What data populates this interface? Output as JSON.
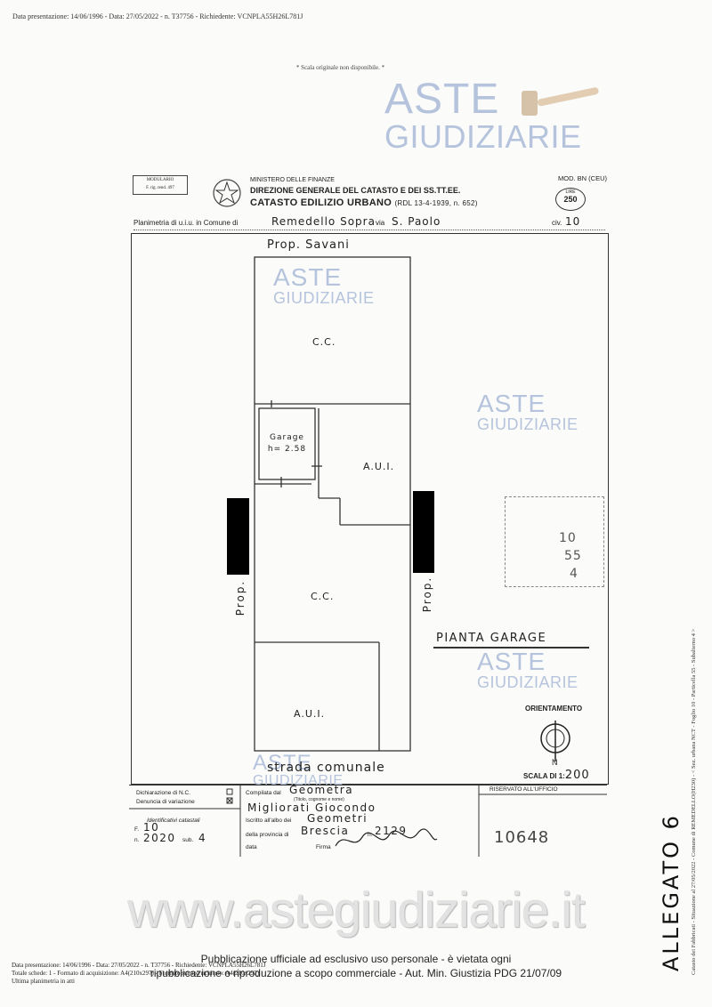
{
  "header": {
    "top_line": "Data presentazione: 14/06/1996 - Data: 27/05/2022 - n. T37756 - Richiedente: VCNPLA55H26L781J",
    "scale_note": "* Scala originale non disponibile. *"
  },
  "watermark": {
    "line1": "ASTE",
    "line2": "GIUDIZIARIE"
  },
  "form": {
    "modulario": [
      "MODULARIO",
      "F. rig. rend. 497"
    ],
    "ministero": "MINISTERO DELLE FINANZE",
    "direzione": "DIREZIONE GENERALE DEL CATASTO E DEI SS.TT.EE.",
    "catasto": "CATASTO EDILIZIO URBANO",
    "rdl": "(RDL 13-4-1939, n. 652)",
    "mod": "MOD. BN (CEU)",
    "lire_label": "LIRE",
    "lire_value": "250",
    "planimetria_label": "Planimetria di u.i.u. in Comune di",
    "comune": "Remedello Sopra",
    "via_label": "via",
    "via": "S. Paolo",
    "civ_label": "civ.",
    "civ": "10"
  },
  "plan": {
    "prop_top": "Prop. Savani",
    "cc_top": "C.C.",
    "garage": "Garage",
    "garage_h": "h= 2.58",
    "aui_mid": "A.U.I.",
    "cc_mid": "C.C.",
    "aui_bottom": "A.U.I.",
    "prop_left": "Prop.",
    "prop_right": "Prop.",
    "strada": "strada comunale",
    "pianta": "PIANTA GARAGE",
    "orientamento": "ORIENTAMENTO",
    "north": "N",
    "scala_label": "SCALA DI 1:",
    "scala_value": "200",
    "stamp_values": [
      "10",
      "55",
      "4"
    ]
  },
  "bottom_form": {
    "dichiarazione": "Dichiarazione di N.C.",
    "denuncia": "Denuncia di variazione",
    "identificativi": "Identificativi catastali",
    "f_label": "F.",
    "f_value": "10",
    "n_label": "n.",
    "n_value": "2020",
    "sub_label": "sub.",
    "sub_value": "4",
    "compilata": "Compilata dal",
    "compilata_value": "Geometra",
    "titolo_note": "(Titolo, cognome e nome)",
    "nome": "Migliorati Giocondo",
    "iscritto": "Iscritto all'albo dei",
    "iscritto_value": "Geometri",
    "provincia": "della provincia di",
    "provincia_value": "Brescia",
    "n2_label": "n.",
    "n2_value": "2129",
    "data_label": "data",
    "firma_label": "Firma",
    "riservato": "RISERVATO ALL'UFFICIO",
    "protocol": "10648"
  },
  "footer": {
    "site": "www.astegiudiziarie.it",
    "pub_line1": "Pubblicazione ufficiale ad esclusivo uso personale - è vietata ogni",
    "pub_line2": "ripubblicazione o riproduzione a scopo commerciale - Aut. Min. Giustizia PDG 21/07/09",
    "foot_line1": "Data presentazione: 14/06/1996 - Data: 27/05/2022 - n. T37756 - Richiedente: VCNPLA55H26L781J",
    "foot_line2": "Totale schede: 1 - Formato di acquisizione: A4(210x297) - Formato stampa richiesto: A4(210x297)",
    "foot_line3": "Ultima planimetria in atti",
    "side_text": "Catasto dei Fabbricati - Situazione al 27/05/2022 - Comune di REMEDELLO(H230) - < Sez. urbana NCT - Foglio 10 - Particella 55 - Subalterno 4 >",
    "allegato": "ALLEGATO 6"
  }
}
